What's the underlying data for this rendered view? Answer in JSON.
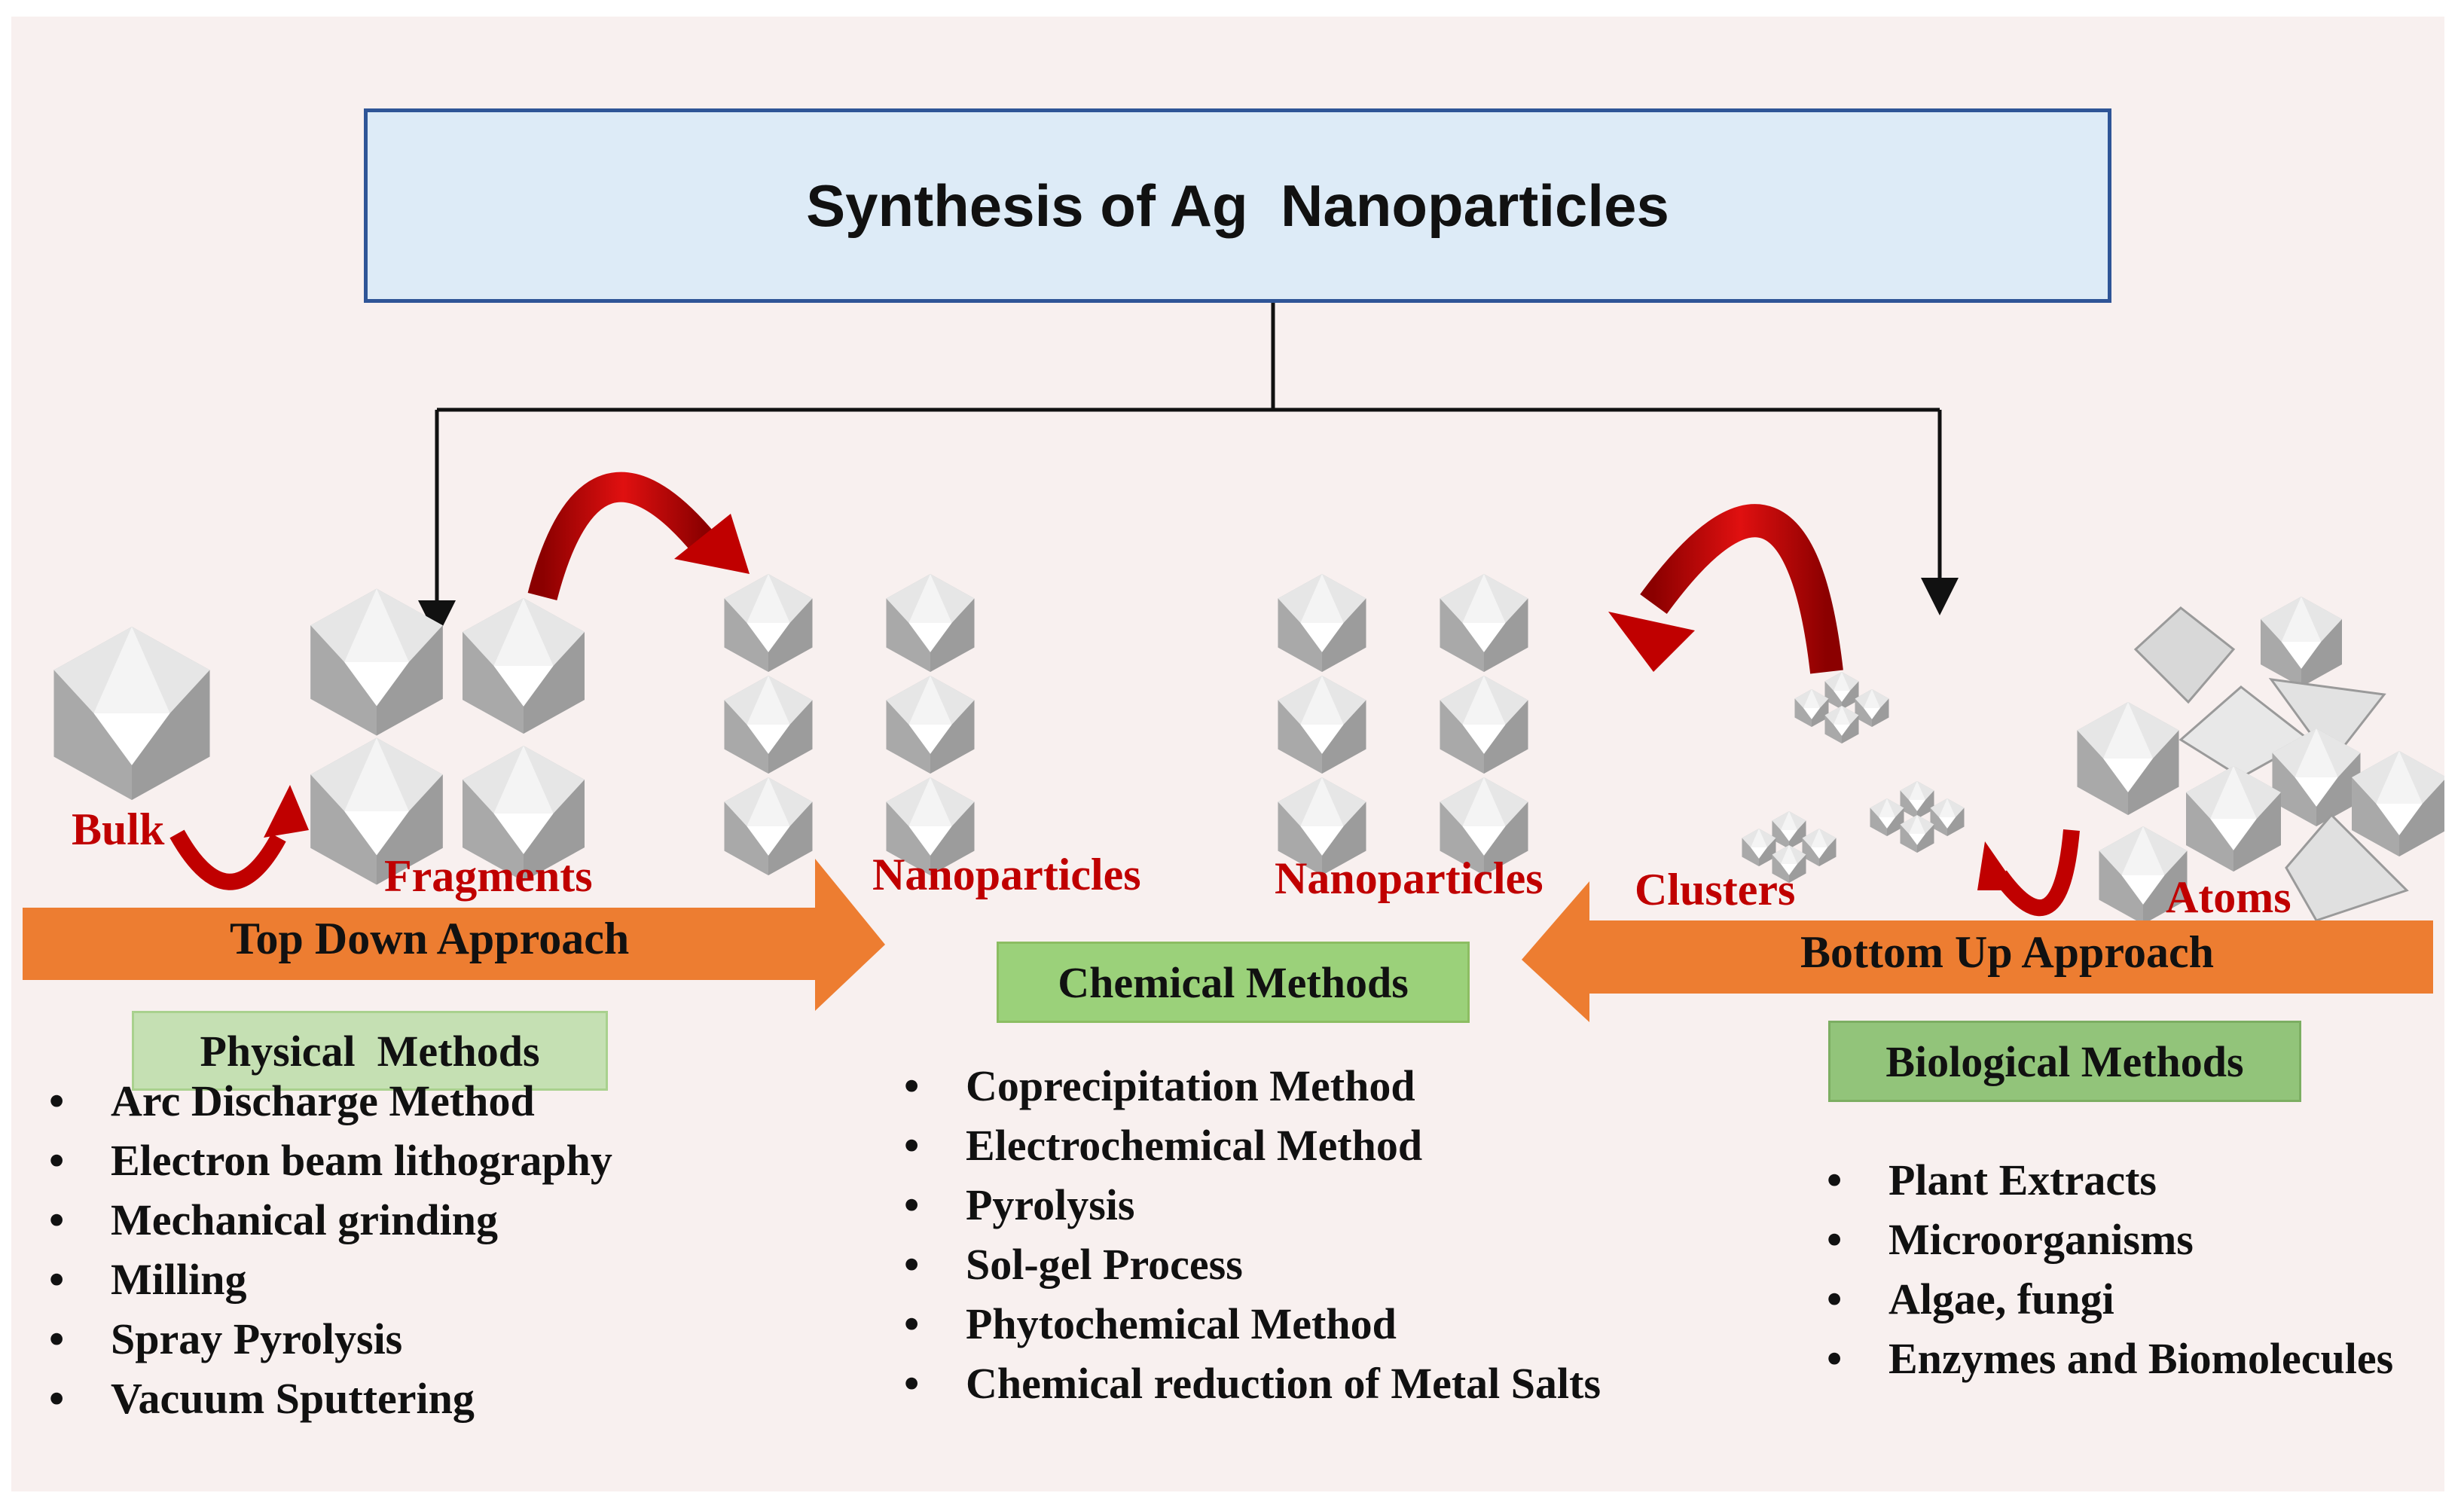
{
  "title": "Synthesis of Ag  Nanoparticles",
  "labels": {
    "bulk": "Bulk",
    "fragments": "Fragments",
    "nanoparticles_left": "Nanoparticles",
    "nanoparticles_right": "Nanoparticles",
    "clusters": "Clusters",
    "atoms": "Atoms"
  },
  "arrows": {
    "top_down": "Top Down Approach",
    "bottom_up": "Bottom Up Approach"
  },
  "methods": {
    "physical": {
      "title": "Physical  Methods",
      "items": [
        "Arc Discharge Method",
        "Electron beam lithography",
        "Mechanical grinding",
        "Milling",
        "Spray Pyrolysis",
        "Vacuum Sputtering"
      ]
    },
    "chemical": {
      "title": "Chemical Methods",
      "items": [
        "Coprecipitation Method",
        "Electrochemical Method",
        "Pyrolysis",
        "Sol-gel Process",
        "Phytochemical Method",
        "Chemical  reduction of Metal Salts"
      ]
    },
    "biological": {
      "title": "Biological Methods",
      "items": [
        "Plant Extracts",
        "Microorganisms",
        "Algae, fungi",
        "Enzymes and Biomolecules"
      ]
    }
  },
  "colors": {
    "title_fill": "#ddebf7",
    "title_border": "#2f5597",
    "approach_arrow": "#ed7d31",
    "label_red": "#c00000",
    "curved_arrow": "#c00000"
  }
}
